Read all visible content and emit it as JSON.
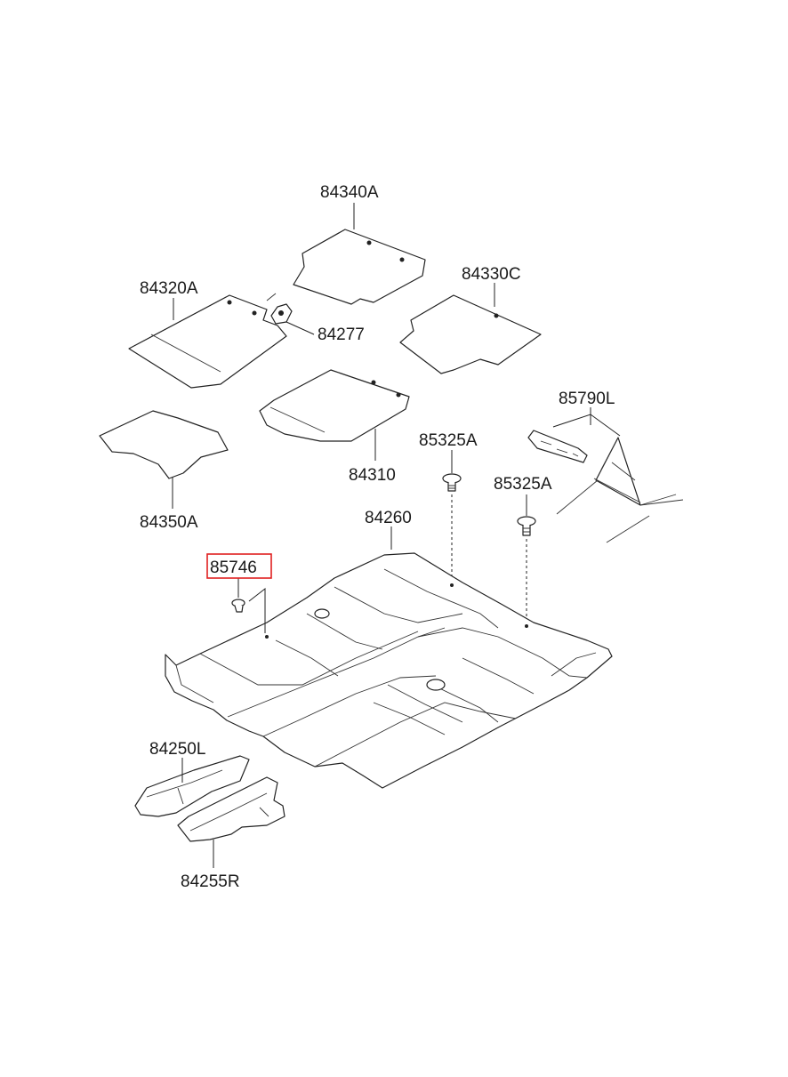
{
  "diagram": {
    "labels": {
      "p84340A": "84340A",
      "p84320A": "84320A",
      "p84330C": "84330C",
      "p84277": "84277",
      "p84310": "84310",
      "p84350A": "84350A",
      "p85790L": "85790L",
      "p85325A_1": "85325A",
      "p85325A_2": "85325A",
      "p84260": "84260",
      "p85746": "85746",
      "p84250L": "84250L",
      "p84255R": "84255R"
    },
    "highlighted_part": "85746",
    "highlight_color": "#e02020"
  }
}
